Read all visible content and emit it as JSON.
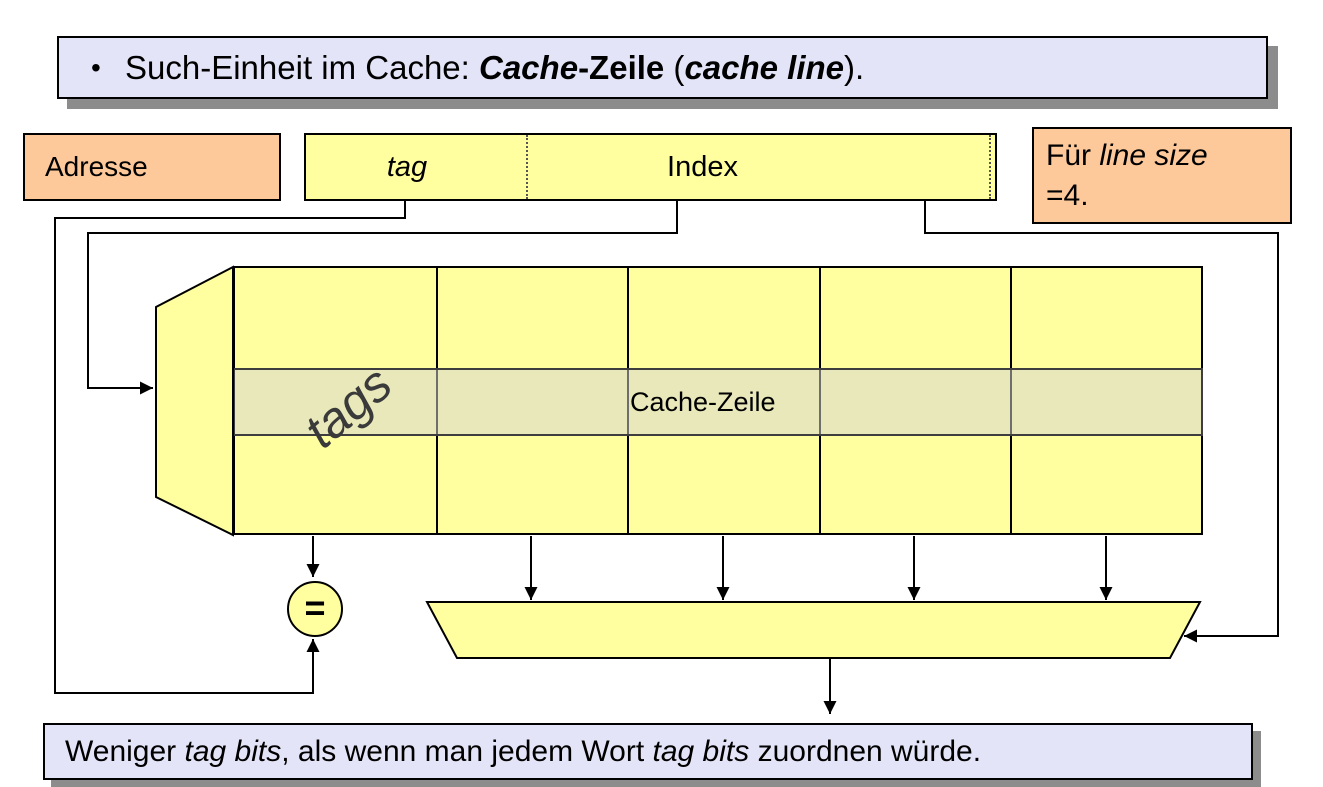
{
  "colors": {
    "lavender": "#e4e4f8",
    "orange": "#fdc89a",
    "yellow": "#ffffa0",
    "highlight_row": "#e8e8c2",
    "shadow_gray": "#8c8c8c",
    "line_black": "#000000",
    "tags_text_gray": "#3a3a3a"
  },
  "title": {
    "bullet": "•",
    "part1": "Such-Einheit im Cache: ",
    "part2": "Cache",
    "part3": "-Zeile",
    "part4": " (",
    "part5": "cache line",
    "part6": ")."
  },
  "address_box": {
    "label": "Adresse"
  },
  "address_bar": {
    "tag_field": "tag",
    "index_field": "Index",
    "offset_field": ""
  },
  "note_box": {
    "part1": "Für ",
    "part2": "line size",
    "part3": "=4."
  },
  "cache": {
    "tags_label": "tags",
    "row_label": "Cache-Zeile"
  },
  "comparator": {
    "symbol": "="
  },
  "footer": {
    "part1": "Weniger ",
    "part2": "tag bits",
    "part3": ", als wenn man jedem Wort ",
    "part4": "tag bits",
    "part5": " zuordnen würde."
  }
}
